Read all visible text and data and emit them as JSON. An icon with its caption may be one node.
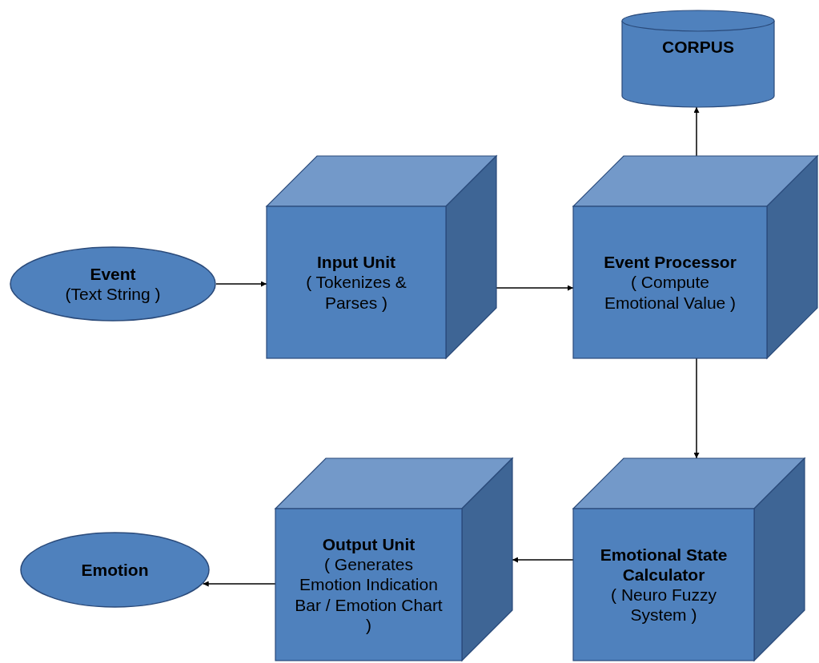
{
  "diagram": {
    "nodes": [
      {
        "text": [
          "Event",
          "(Text String )"
        ]
      },
      {
        "text": [
          "Input Unit",
          "( Tokenizes & Parses )"
        ]
      },
      {
        "text": [
          "Event Processor",
          "( Compute Emotional Value )"
        ]
      },
      {
        "text": [
          "CORPUS"
        ]
      },
      {
        "text": [
          "Emotional State Calculator",
          "( Neuro Fuzzy System )"
        ]
      },
      {
        "text": [
          "Output Unit",
          "( Generates Emotion Indication Bar / Emotion Chart )"
        ]
      },
      {
        "text": [
          "Emotion"
        ]
      }
    ],
    "edges": [
      {
        "from": 0,
        "to": 1,
        "arrow": "to"
      },
      {
        "from": 1,
        "to": 2,
        "arrow": "to"
      },
      {
        "from": 2,
        "to": 3,
        "arrow": "to"
      },
      {
        "from": 2,
        "to": 4,
        "arrow": "to"
      },
      {
        "from": 4,
        "to": 5,
        "arrow": "to"
      },
      {
        "from": 5,
        "to": 6,
        "arrow": "to"
      }
    ]
  }
}
